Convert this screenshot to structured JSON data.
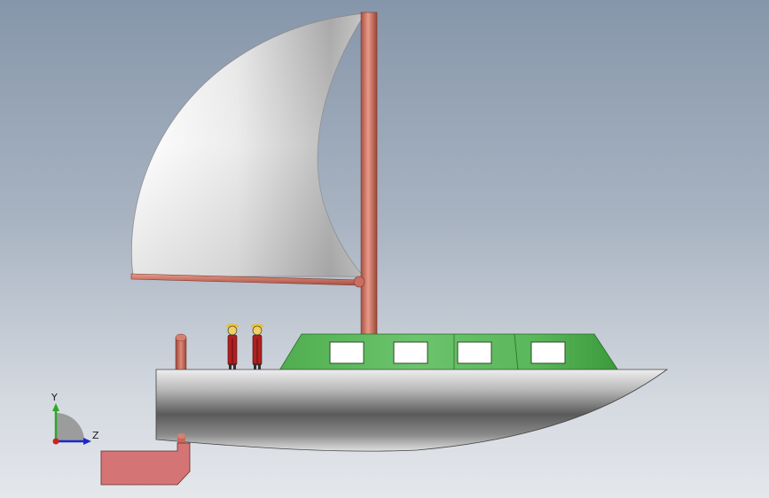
{
  "viewport": {
    "background_top": "#8696aa",
    "background_bottom": "#e4e7eb"
  },
  "model": {
    "sail_color": "#d8d8d8",
    "mast_color": "#c46a5c",
    "cabin_color": "#5cb85c",
    "hull_color": "#b8b8b8",
    "rudder_color": "#d47474",
    "figures_count": 2,
    "cabin_windows_count": 4
  },
  "triad": {
    "y_label": "Y",
    "z_label": "Z",
    "y_color": "#2aa82a",
    "z_color": "#1a2ac8",
    "x_color": "#d02020"
  }
}
